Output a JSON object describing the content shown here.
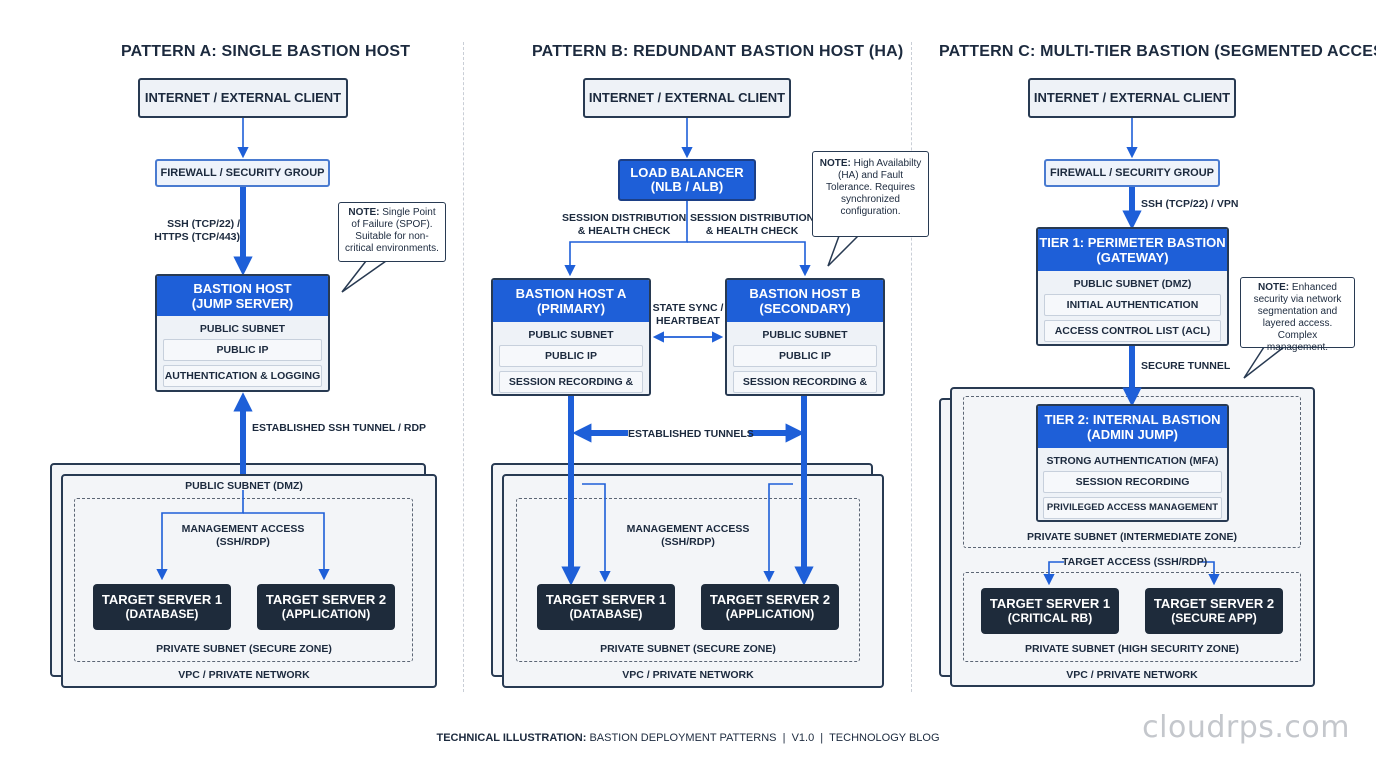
{
  "patternA": {
    "title": "PATTERN A: SINGLE BASTION HOST",
    "internet": "INTERNET / EXTERNAL CLIENT",
    "firewall": "FIREWALL / SECURITY GROUP",
    "protocol_line1": "SSH (TCP/22) /",
    "protocol_line2": "HTTPS (TCP/443)",
    "bastion": {
      "title_line1": "BASTION HOST",
      "title_line2": "(JUMP SERVER)",
      "subnet": "PUBLIC SUBNET",
      "rows": [
        "PUBLIC IP",
        "AUTHENTICATION & LOGGING"
      ]
    },
    "note": {
      "bold": "NOTE:",
      "text": "Single Point of Failure (SPOF). Suitable for non-critical environments."
    },
    "tunnel": "ESTABLISHED SSH TUNNEL / RDP",
    "dmz": "PUBLIC SUBNET (DMZ)",
    "mgmt_line1": "MANAGEMENT ACCESS",
    "mgmt_line2": "(SSH/RDP)",
    "target1": {
      "line1": "TARGET SERVER 1",
      "line2": "(DATABASE)"
    },
    "target2": {
      "line1": "TARGET SERVER 2",
      "line2": "(APPLICATION)"
    },
    "private": "PRIVATE SUBNET (SECURE ZONE)",
    "vpc": "VPC / PRIVATE NETWORK"
  },
  "patternB": {
    "title": "PATTERN B: REDUNDANT BASTION HOST (HA)",
    "internet": "INTERNET / EXTERNAL CLIENT",
    "lb_line1": "LOAD BALANCER",
    "lb_line2": "(NLB / ALB)",
    "dist_left_line1": "SESSION DISTRIBUTION",
    "dist_left_line2": "& HEALTH CHECK",
    "dist_right_line1": "SESSION DISTRIBUTION",
    "dist_right_line2": "& HEALTH CHECK",
    "note": {
      "bold": "NOTE:",
      "text": "High Availabilty (HA) and Fault Tolerance. Requires synchronized configuration."
    },
    "hostA": {
      "title_line1": "BASTION HOST A",
      "title_line2": "(PRIMARY)",
      "subnet": "PUBLIC SUBNET",
      "rows": [
        "PUBLIC IP",
        "SESSION RECORDING & MFA"
      ]
    },
    "hostB": {
      "title_line1": "BASTION HOST B",
      "title_line2": "(SECONDARY)",
      "subnet": "PUBLIC SUBNET",
      "rows": [
        "PUBLIC IP",
        "SESSION RECORDING & MFA"
      ]
    },
    "sync_line1": "STATE SYNC /",
    "sync_line2": "HEARTBEAT",
    "tunnels": "ESTABLISHED TUNNELS",
    "mgmt_line1": "MANAGEMENT ACCESS",
    "mgmt_line2": "(SSH/RDP)",
    "target1": {
      "line1": "TARGET SERVER 1",
      "line2": "(DATABASE)"
    },
    "target2": {
      "line1": "TARGET SERVER 2",
      "line2": "(APPLICATION)"
    },
    "private": "PRIVATE SUBNET (SECURE ZONE)",
    "vpc": "VPC / PRIVATE NETWORK"
  },
  "patternC": {
    "title": "PATTERN C: MULTI-TIER BASTION (SEGMENTED ACCESS)",
    "internet": "INTERNET / EXTERNAL CLIENT",
    "firewall": "FIREWALL / SECURITY GROUP",
    "protocol": "SSH (TCP/22) / VPN",
    "tier1": {
      "title_line1": "TIER 1: PERIMETER BASTION",
      "title_line2": "(GATEWAY)",
      "subnet": "PUBLIC SUBNET (DMZ)",
      "rows": [
        "INITIAL AUTHENTICATION",
        "ACCESS CONTROL LIST (ACL)"
      ]
    },
    "note": {
      "bold": "NOTE:",
      "text": "Enhanced security via network segmentation and layered access. Complex management."
    },
    "secure_tunnel": "SECURE TUNNEL",
    "tier2": {
      "title_line1": "TIER 2: INTERNAL BASTION",
      "title_line2": "(ADMIN JUMP)",
      "subnet": "STRONG AUTHENTICATION (MFA)",
      "rows": [
        "SESSION RECORDING",
        "PRIVILEGED ACCESS MANAGEMENT (PAM)"
      ]
    },
    "intermediate": "PRIVATE SUBNET (INTERMEDIATE ZONE)",
    "target_access": "TARGET ACCESS (SSH/RDP)",
    "target1": {
      "line1": "TARGET SERVER 1",
      "line2": "(CRITICAL RB)"
    },
    "target2": {
      "line1": "TARGET SERVER 2",
      "line2": "(SECURE APP)"
    },
    "private": "PRIVATE SUBNET (HIGH SECURITY ZONE)",
    "vpc": "VPC / PRIVATE NETWORK"
  },
  "footer": {
    "bold": "TECHNICAL ILLUSTRATION:",
    "text": "BASTION DEPLOYMENT PATTERNS  |  V1.0  |  TECHNOLOGY BLOG"
  },
  "watermark": "cloudrps.com",
  "colors": {
    "accent_blue": "#1e5fd8",
    "dark_navy": "#1e2b3b",
    "border": "#283a52",
    "panel_gray": "#eef2f7"
  }
}
